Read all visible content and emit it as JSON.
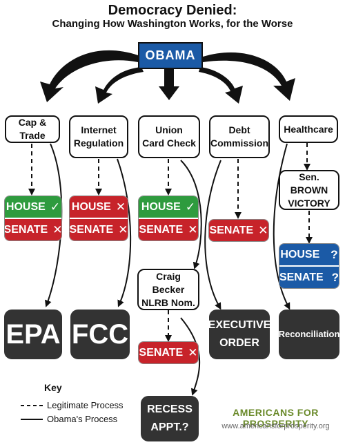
{
  "header": {
    "title": "Democracy Denied:",
    "subtitle": "Changing How Washington Works, for the Worse"
  },
  "root": {
    "label": "OBAMA"
  },
  "issues": [
    {
      "label": "Cap & Trade"
    },
    {
      "label": "Internet\nRegulation"
    },
    {
      "label": "Union\nCard Check"
    },
    {
      "label": "Debt\nCommission"
    },
    {
      "label": "Healthcare"
    }
  ],
  "intermediate": {
    "sen_brown": "Sen. BROWN\nVICTORY",
    "becker": "Craig Becker\nNLRB Nom."
  },
  "votes": {
    "cap_trade": {
      "house": "HOUSE",
      "house_mark": "✓",
      "senate": "SENATE",
      "senate_mark": "✕"
    },
    "internet": {
      "house": "HOUSE",
      "house_mark": "✕",
      "senate": "SENATE",
      "senate_mark": "✕"
    },
    "union": {
      "house": "HOUSE",
      "house_mark": "✓",
      "senate": "SENATE",
      "senate_mark": "✕"
    },
    "debt": {
      "senate": "SENATE",
      "senate_mark": "✕"
    },
    "healthcare": {
      "house": "HOUSE",
      "house_mark": "?",
      "senate": "SENATE",
      "senate_mark": "?"
    },
    "becker": {
      "senate": "SENATE",
      "senate_mark": "✕"
    }
  },
  "outcomes": {
    "epa": "EPA",
    "fcc": "FCC",
    "executive_order": "EXECUTIVE\nORDER",
    "reconciliation": "Reconciliation",
    "recess": "RECESS\nAPPT.?"
  },
  "key": {
    "title": "Key",
    "legitimate": "Legitimate Process",
    "obama": "Obama's Process"
  },
  "branding": {
    "org": "AMERICANS FOR PROSPERITY",
    "url": "www.americansforprosperity.org"
  },
  "colors": {
    "house_pass": "#2e9b3e",
    "fail": "#c7232a",
    "pending": "#1b5aa6",
    "outcome": "#333333",
    "brand": "#6a8a2a"
  }
}
